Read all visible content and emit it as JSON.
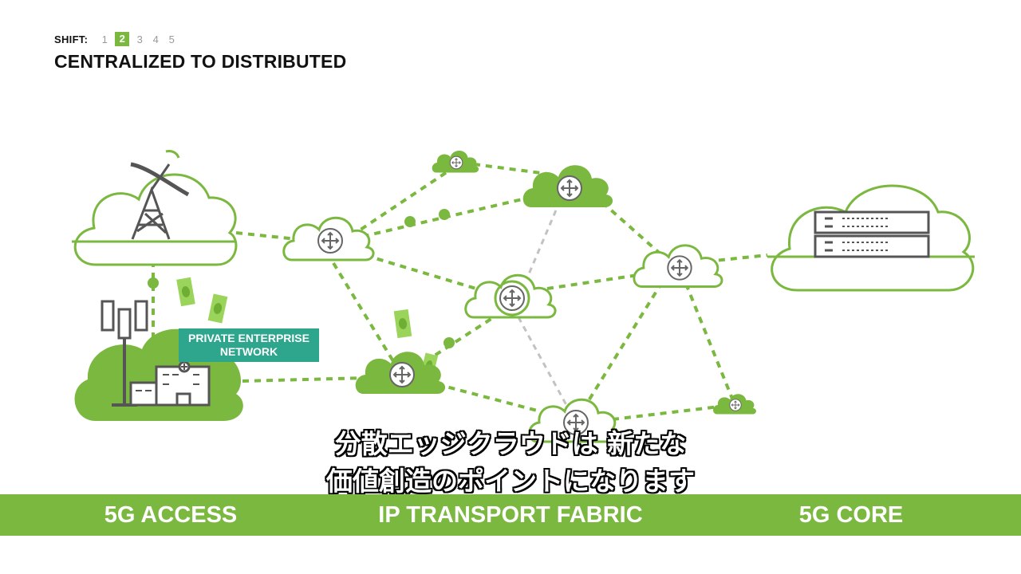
{
  "header": {
    "shift_label": "SHIFT:",
    "steps": [
      "1",
      "2",
      "3",
      "4",
      "5"
    ],
    "active_step": "2",
    "title": "CENTRALIZED TO DISTRIBUTED"
  },
  "diagram": {
    "private_network_label_line1": "PRIVATE ENTERPRISE",
    "private_network_label_line2": "NETWORK"
  },
  "subtitles": {
    "line1": "分散エッジクラウドは 新たな",
    "line2": "価値創造のポイントになります"
  },
  "band": {
    "access": "5G ACCESS",
    "transport": "IP TRANSPORT FABRIC",
    "core": "5G CORE"
  },
  "colors": {
    "accent_green": "#7bb83f",
    "badge_teal": "#2ea68e",
    "line_gray": "#c2c2c2"
  }
}
